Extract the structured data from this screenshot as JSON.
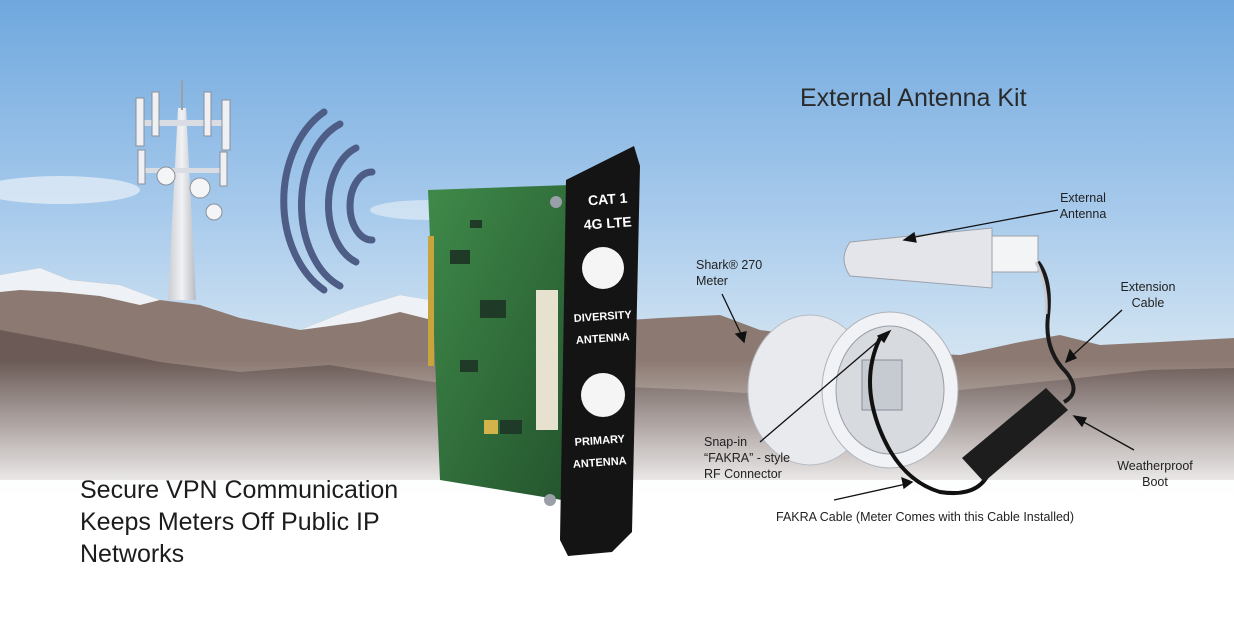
{
  "kit": {
    "title": "External Antenna Kit"
  },
  "headline": {
    "line1": "Secure VPN Communication",
    "line2": "Keeps Meters Off Public IP",
    "line3": "Networks"
  },
  "card": {
    "label_line1": "CAT 1",
    "label_line2": "4G LTE",
    "diversity_line1": "DIVERSITY",
    "diversity_line2": "ANTENNA",
    "primary_line1": "PRIMARY",
    "primary_line2": "ANTENNA"
  },
  "callouts": {
    "external_antenna_line1": "External",
    "external_antenna_line2": "Antenna",
    "meter_line1": "Shark® 270",
    "meter_line2": "Meter",
    "extension_cable_line1": "Extension",
    "extension_cable_line2": "Cable",
    "snapin_line1": "Snap-in",
    "snapin_line2": "“FAKRA” - style",
    "snapin_line3": "RF Connector",
    "boot_line1": "Weatherproof",
    "boot_line2": "Boot",
    "fakra_cable": "FAKRA Cable (Meter Comes with this Cable Installed)"
  },
  "colors": {
    "sky_top": "#6fa8de",
    "sky_mid": "#bcd8ef",
    "mountain_dark": "#6b5a56",
    "card_green": "#2f6b3a",
    "bracket": "#141414",
    "wave": "#4d5d86"
  }
}
